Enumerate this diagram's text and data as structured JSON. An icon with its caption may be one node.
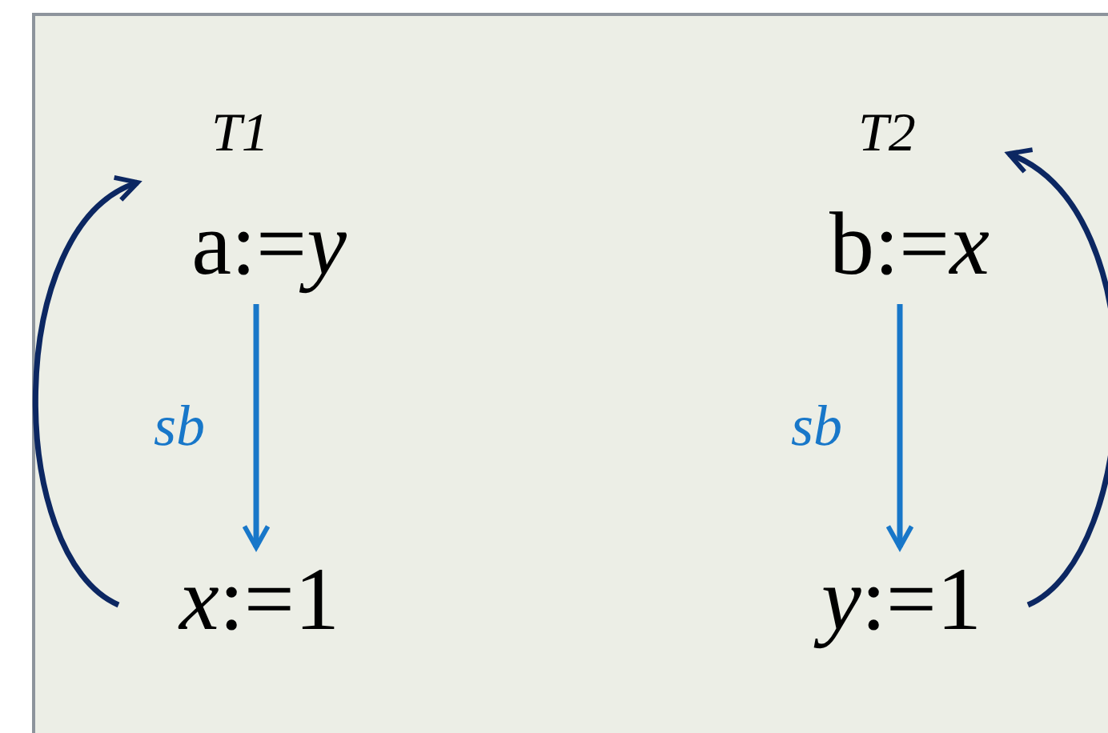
{
  "diagram": {
    "nodes": [
      {
        "text": [
          "a:=*y*"
        ]
      },
      {
        "text": [
          "*x*:=1"
        ]
      },
      {
        "text": [
          "b:=*x*"
        ]
      },
      {
        "text": [
          "*y*:=1"
        ]
      }
    ],
    "edges": [
      {
        "from": 0,
        "to": 1,
        "arrow": "to",
        "label": "sb",
        "color": "#1877c9"
      },
      {
        "from": 1,
        "to": 0,
        "arrow": "to",
        "color": "#0c2762"
      },
      {
        "from": 2,
        "to": 3,
        "arrow": "to",
        "label": "sb",
        "color": "#1877c9"
      },
      {
        "from": 3,
        "to": 2,
        "arrow": "to",
        "color": "#0c2762"
      }
    ],
    "labels": [
      "T1",
      "T2"
    ]
  }
}
